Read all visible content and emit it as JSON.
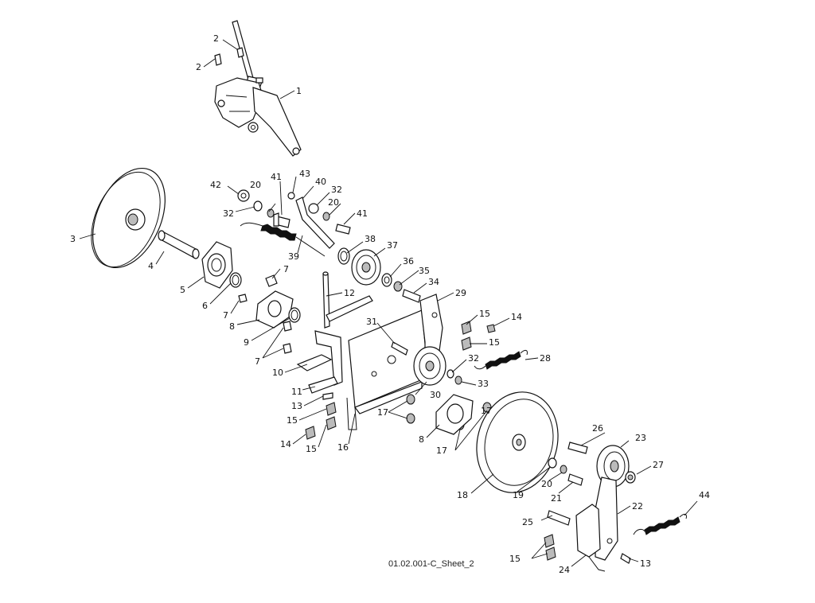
{
  "drawing": {
    "sheet_label": "01.02.001-C_Sheet_2"
  },
  "callouts": [
    "1",
    "2",
    "2",
    "3",
    "4",
    "5",
    "6",
    "7",
    "7",
    "7",
    "8",
    "8",
    "9",
    "10",
    "11",
    "12",
    "13",
    "13",
    "14",
    "14",
    "15",
    "15",
    "15",
    "15",
    "15",
    "16",
    "17",
    "17",
    "17",
    "18",
    "19",
    "20",
    "20",
    "20",
    "21",
    "22",
    "23",
    "24",
    "25",
    "26",
    "27",
    "28",
    "29",
    "30",
    "31",
    "32",
    "32",
    "32",
    "33",
    "34",
    "35",
    "36",
    "37",
    "38",
    "39",
    "40",
    "41",
    "41",
    "42",
    "43",
    "44"
  ]
}
